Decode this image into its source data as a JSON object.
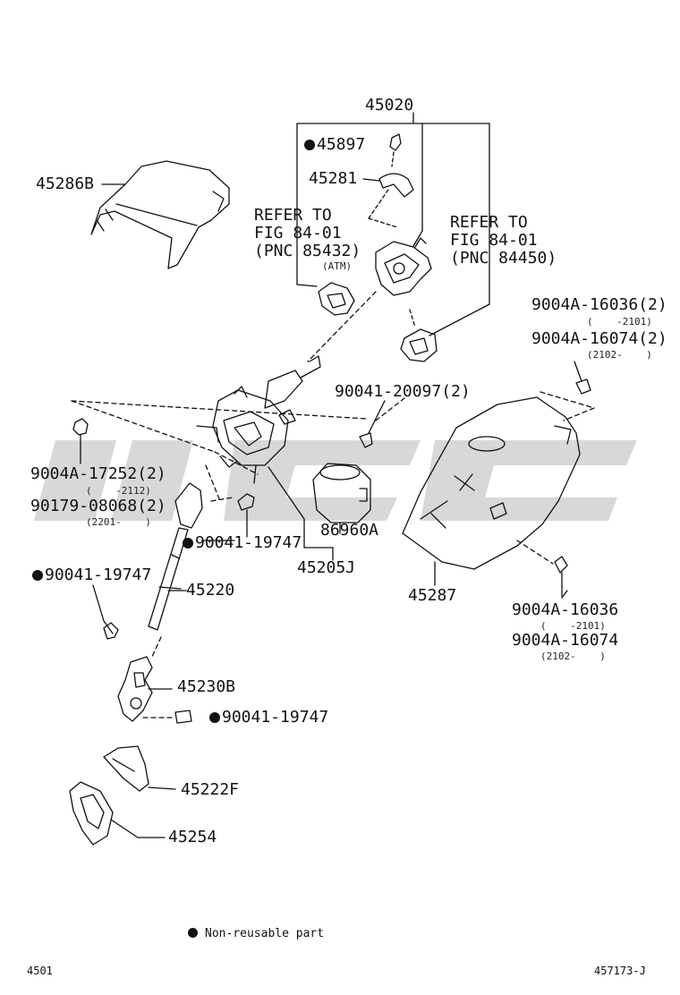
{
  "labels": {
    "assy": "45020",
    "p45897": "45897",
    "p45281": "45281",
    "p45286b": "45286B",
    "refer1": [
      "REFER TO",
      "FIG 84-01",
      "(PNC 85432)"
    ],
    "refer1_note": "(ATM)",
    "refer2": [
      "REFER TO",
      "FIG 84-01",
      "(PNC 84450)"
    ],
    "r16036_2": "9004A-16036(2)",
    "r16036_2_range": "(    -2101)",
    "r16074_2": "9004A-16074(2)",
    "r16074_2_range": "(2102-    )",
    "p90041_20097": "90041-20097(2)",
    "p17252": "9004A-17252(2)",
    "p17252_range": "(    -2112)",
    "p90179": "90179-08068(2)",
    "p90179_range": "(2201-    )",
    "p90041_19747_a": "90041-19747",
    "p86960a": "86960A",
    "p45205j": "45205J",
    "p90041_19747_b": "90041-19747",
    "p45220": "45220",
    "p45287": "45287",
    "r16036": "9004A-16036",
    "r16036_range": "(    -2101)",
    "r16074": "9004A-16074",
    "r16074_range": "(2102-    )",
    "p45230b": "45230B",
    "p90041_19747_c": "90041-19747",
    "p45222f": "45222F",
    "p45254": "45254"
  },
  "legend": "Non-reusable part",
  "footer": {
    "page": "4501",
    "figure": "457173-J"
  },
  "colors": {
    "ink": "#111111",
    "watermark": "#d4d4d4"
  }
}
